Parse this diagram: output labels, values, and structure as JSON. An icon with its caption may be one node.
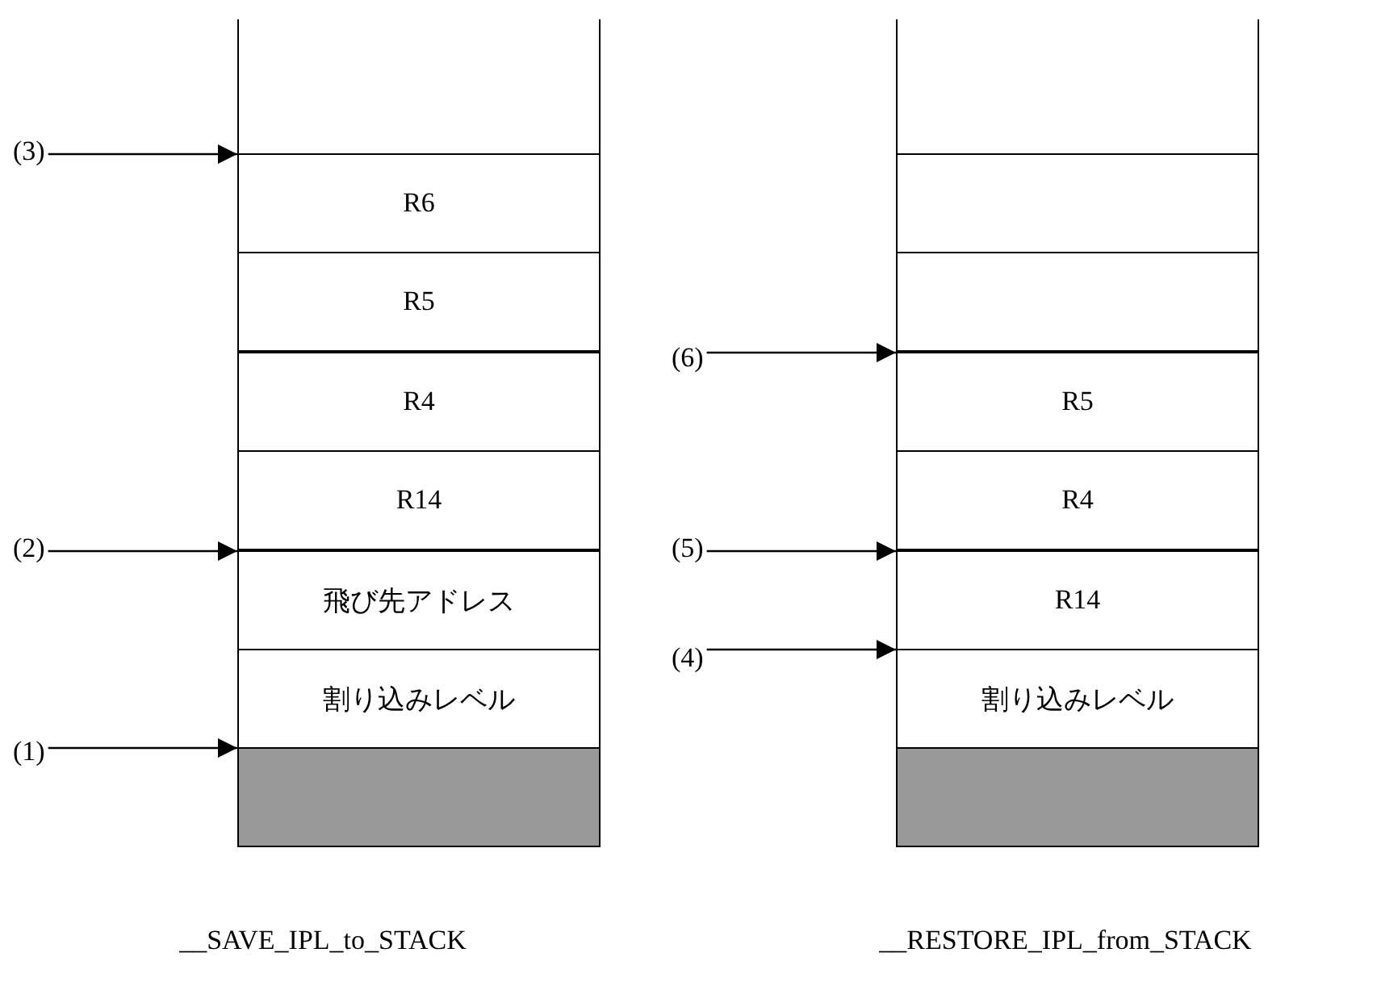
{
  "diagram": {
    "nodes": [
      {
        "text": [],
        "shape": "box"
      },
      {
        "text": [
          "(3)"
        ]
      },
      {
        "text": [
          "R6"
        ]
      },
      {
        "text": [
          "R5"
        ]
      },
      {
        "text": [
          "R4"
        ]
      },
      {
        "text": [
          "R14"
        ]
      },
      {
        "text": [
          "(2)"
        ]
      },
      {
        "text": [
          "飛び先アドレス"
        ]
      },
      {
        "text": [
          "割り込みレベル"
        ]
      },
      {
        "text": [
          "(1)"
        ]
      },
      {
        "text": [],
        "shape": "box"
      },
      {
        "text": [],
        "shape": "box"
      },
      {
        "text": [],
        "shape": "box"
      },
      {
        "text": [],
        "shape": "box"
      },
      {
        "text": [
          "(6)"
        ]
      },
      {
        "text": [
          "R5"
        ]
      },
      {
        "text": [
          "R4"
        ]
      },
      {
        "text": [
          "(5)"
        ]
      },
      {
        "text": [
          "R14"
        ]
      },
      {
        "text": [
          "(4)"
        ]
      },
      {
        "text": [
          "割り込みレベル"
        ]
      },
      {
        "text": [],
        "shape": "box"
      }
    ],
    "edges": [
      {
        "from": 1,
        "to": 2,
        "arrow": "to"
      },
      {
        "from": 6,
        "to": 7,
        "arrow": "to"
      },
      {
        "from": 9,
        "to": 10,
        "arrow": "to"
      },
      {
        "from": 14,
        "to": 15,
        "arrow": "to"
      },
      {
        "from": 17,
        "to": 18,
        "arrow": "to"
      },
      {
        "from": 19,
        "to": 20,
        "arrow": "to"
      }
    ],
    "labels": [
      "__SAVE_IPL_to_STACK",
      "__RESTORE_IPL_from_STACK"
    ]
  }
}
